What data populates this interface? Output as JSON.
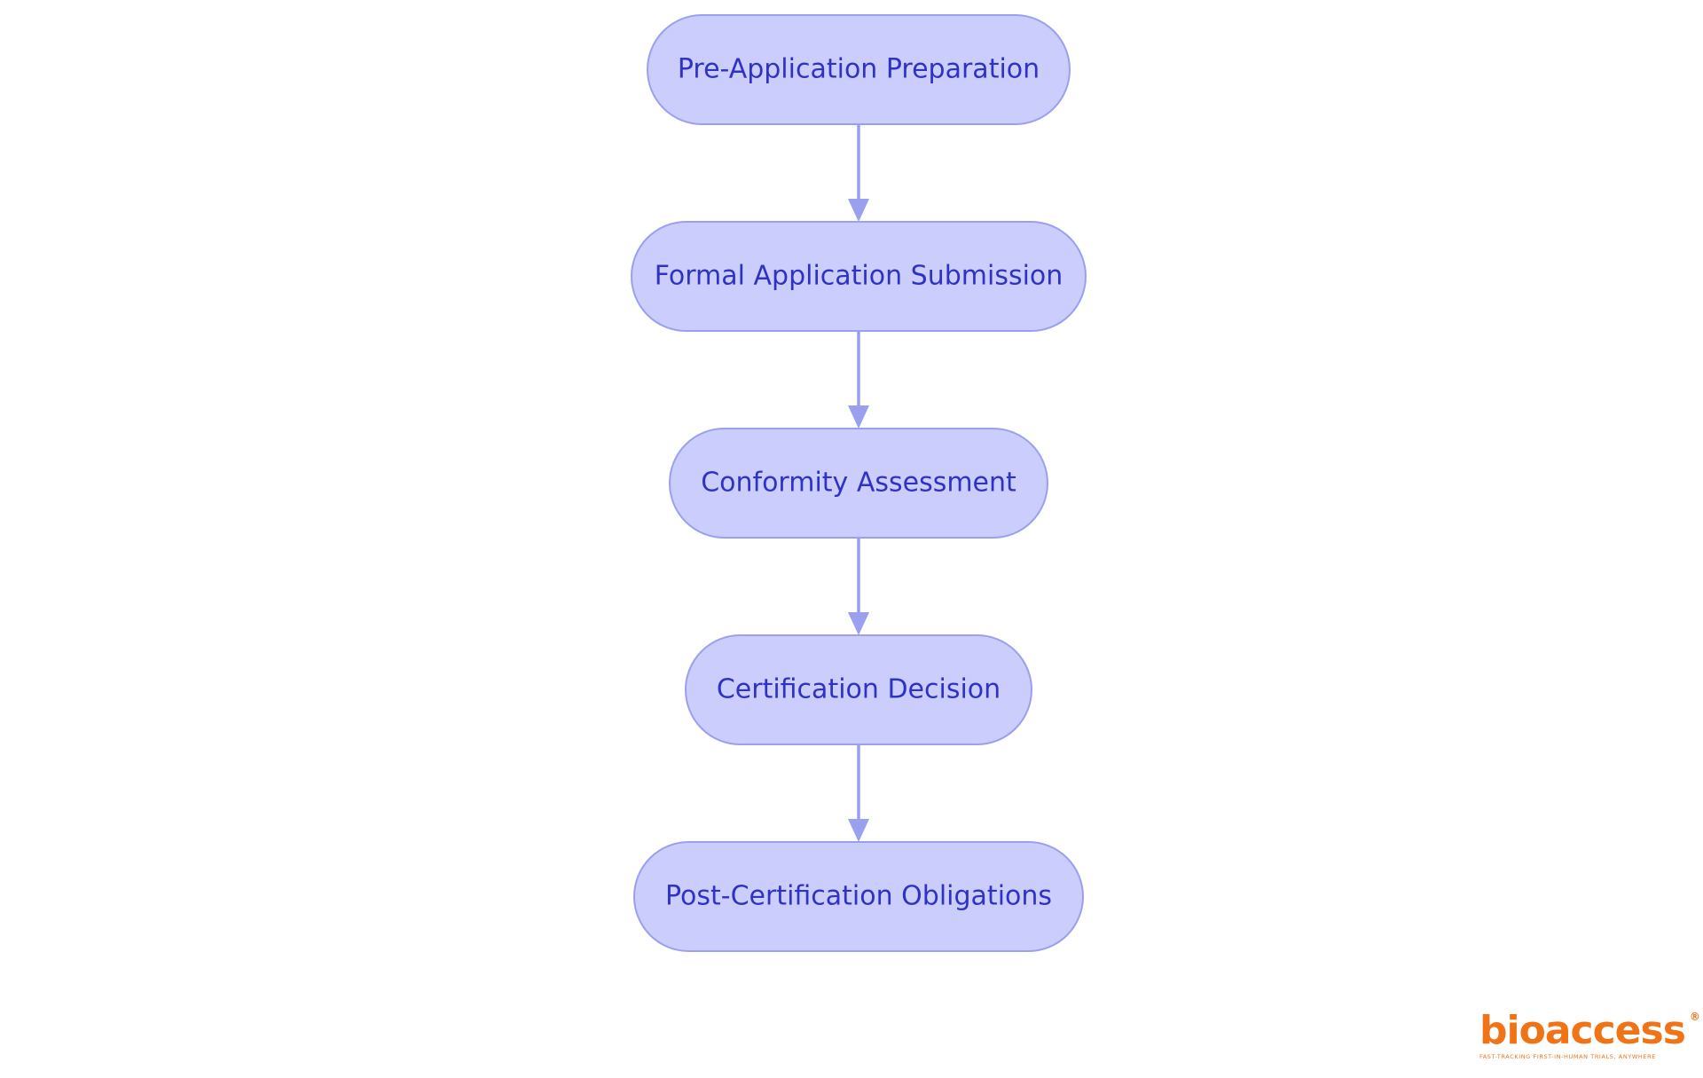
{
  "diagram": {
    "steps": [
      {
        "label": "Pre-Application Preparation"
      },
      {
        "label": "Formal Application Submission"
      },
      {
        "label": "Conformity Assessment"
      },
      {
        "label": "Certification Decision"
      },
      {
        "label": "Post-Certification Obligations"
      }
    ]
  },
  "logo": {
    "name": "bioaccess",
    "registered_mark": "®",
    "tagline": "FAST-TRACKING FIRST-IN-HUMAN TRIALS, ANYWHERE"
  },
  "colors": {
    "node_fill": "#cbcdfd",
    "node_stroke": "#9aa0ee",
    "node_text": "#2f33c4",
    "connector": "#9aa0ee",
    "logo": "#f07316"
  }
}
